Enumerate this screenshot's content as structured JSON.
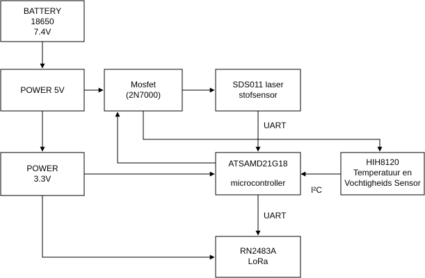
{
  "blocks": {
    "battery": {
      "line1": "BATTERY",
      "line2": "18650",
      "line3": "7.4V"
    },
    "power5v": {
      "line1": "POWER 5V"
    },
    "power33v": {
      "line1": "POWER",
      "line2": "3.3V"
    },
    "mosfet": {
      "line1": "Mosfet",
      "line2": "(2N7000)"
    },
    "sds011": {
      "line1": "SDS011 laser",
      "line2": "stofsensor"
    },
    "atsamd": {
      "line1": "ATSAMD21G18",
      "line2": "microcontroller"
    },
    "hih8120": {
      "line1": "HIH8120",
      "line2": "Temperatuur en",
      "line3": "Vochtigheids Sensor"
    },
    "rn2483a": {
      "line1": "RN2483A",
      "line2": "LoRa"
    }
  },
  "labels": {
    "uart_top": "UART",
    "uart_bottom": "UART",
    "i2c": "I²C"
  },
  "colors": {
    "stroke": "#000000",
    "fill": "#ffffff",
    "text": "#000000"
  }
}
